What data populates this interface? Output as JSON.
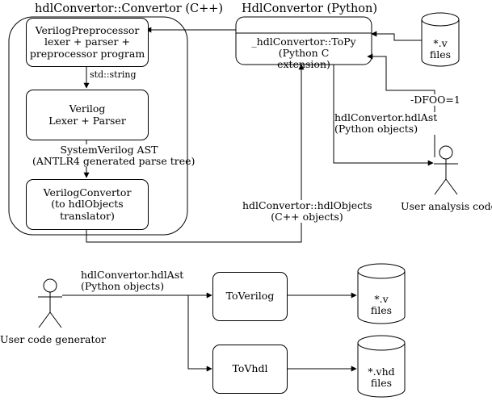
{
  "containers": {
    "cpp_title": "hdlConvertor::Convertor (C++)",
    "python_title": "HdlConvertor (Python)"
  },
  "nodes": {
    "preprocessor": "VerilogPreprocessor\nlexer + parser +\npreprocessor program",
    "lexer_parser": "Verilog\nLexer + Parser",
    "verilog_convertor": "VerilogConvertor\n(to hdlObjects\ntranslator)",
    "topy": "_hdlConvertor::ToPy\n(Python C\nextension)",
    "to_verilog": "ToVerilog",
    "to_vhdl": "ToVhdl"
  },
  "files": {
    "v_top": "*.v\nfiles",
    "v_bottom": "*.v\nfiles",
    "vhd_bottom": "*.vhd\nfiles"
  },
  "edge_labels": {
    "std_string": "std::string",
    "systemverilog_ast": "SystemVerilog AST\n(ANTLR4 generated parse tree)",
    "dfoo": "-DFOO=1",
    "hdlast_top": "hdlConvertor.hdlAst\n(Python objects)",
    "hdlobjects": "hdlConvertor::hdlObjects\n(C++ objects)",
    "hdlast_bottom": "hdlConvertor.hdlAst\n(Python objects)"
  },
  "actors": {
    "analysis": "User analysis code",
    "generator": "User code generator"
  }
}
